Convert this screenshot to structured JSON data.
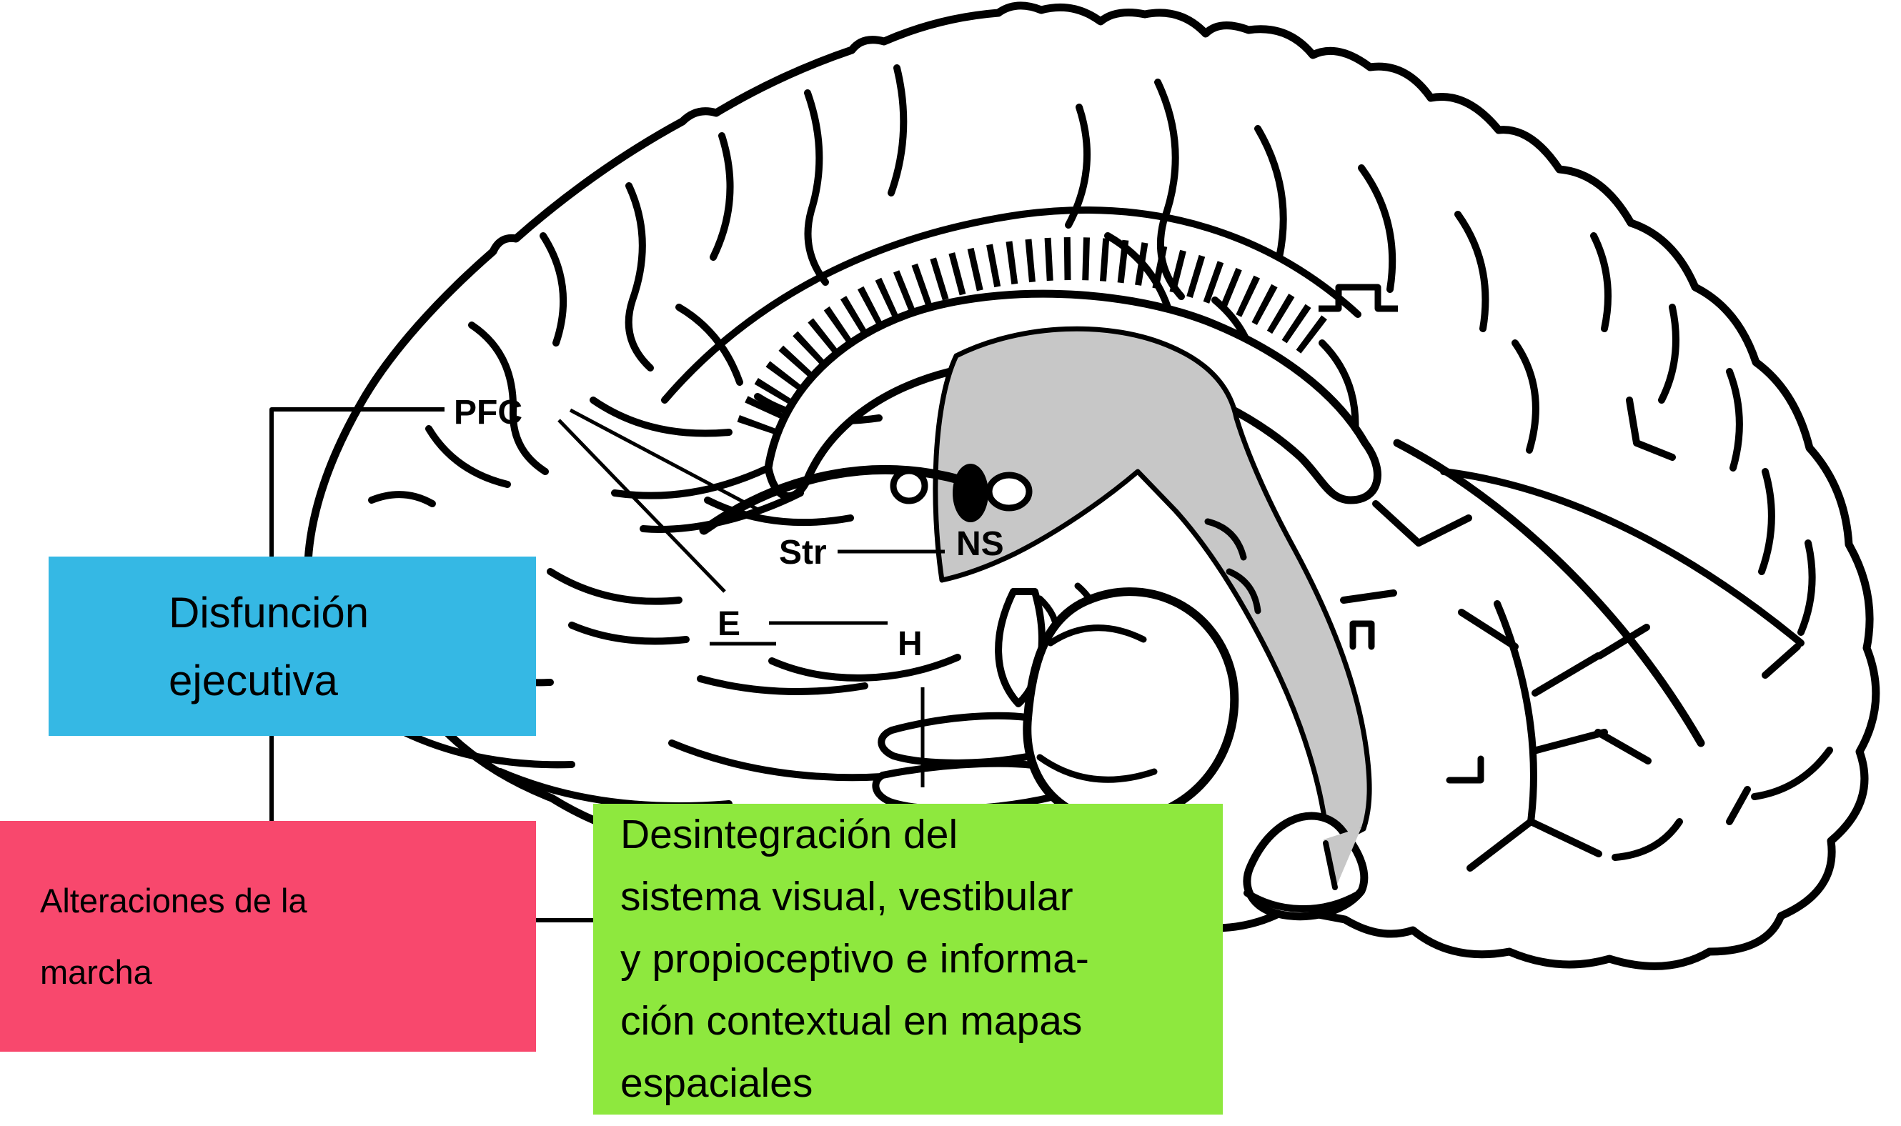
{
  "title": "Diagrama sagital del cerebro con alteraciones asociadas",
  "boxes": {
    "executive": {
      "text": "Disfunción\nejecutiva"
    },
    "gait": {
      "text": "Alteraciones de la\nmarcha"
    },
    "integration": {
      "text": "Desintegración del\nsistema visual, vestibular\ny propioceptivo e informa-\nción contextual en mapas\nespaciales"
    }
  },
  "labels": {
    "pfc": "PFC",
    "str": "Str",
    "ns": "NS",
    "e": "E",
    "h": "H"
  },
  "colors": {
    "box_blue": "#35b8e4",
    "box_pink": "#f8486d",
    "box_green": "#8ee83e",
    "shade_gray": "#c7c7c7",
    "ink": "#000000",
    "background": "#ffffff"
  }
}
